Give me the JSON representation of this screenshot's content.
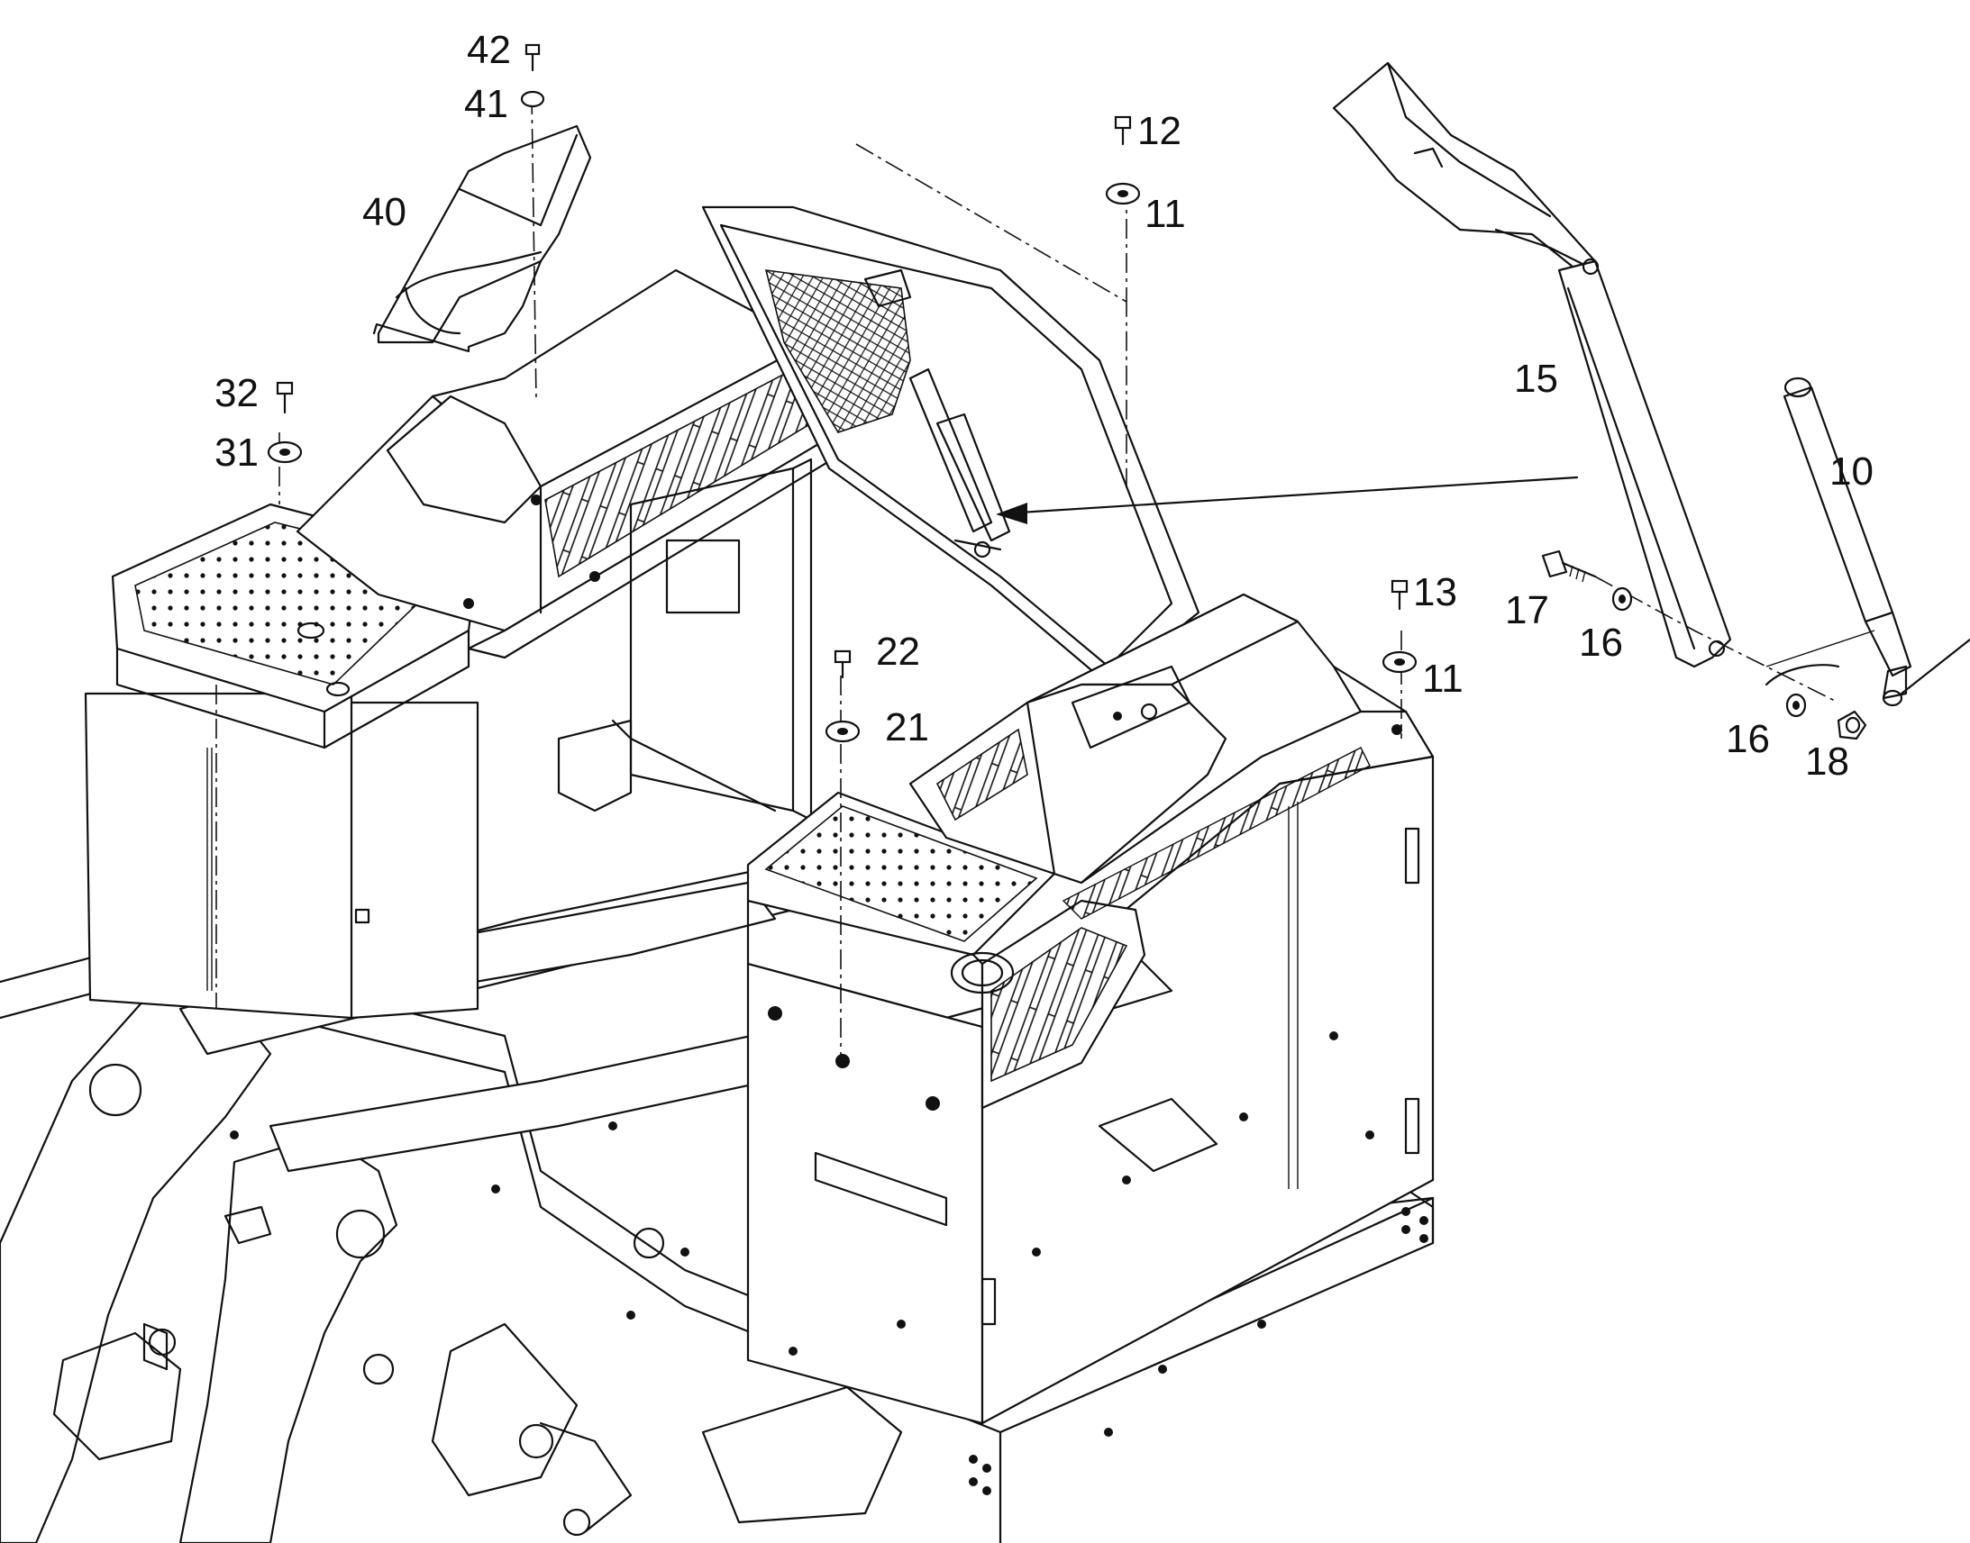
{
  "figure": {
    "type": "exploded-parts-diagram",
    "callouts": [
      {
        "id": "42",
        "text": "42"
      },
      {
        "id": "41",
        "text": "41"
      },
      {
        "id": "40",
        "text": "40"
      },
      {
        "id": "32",
        "text": "32"
      },
      {
        "id": "31",
        "text": "31"
      },
      {
        "id": "12",
        "text": "12"
      },
      {
        "id": "11a",
        "text": "11"
      },
      {
        "id": "15",
        "text": "15"
      },
      {
        "id": "10",
        "text": "10"
      },
      {
        "id": "17",
        "text": "17"
      },
      {
        "id": "16a",
        "text": "16"
      },
      {
        "id": "13",
        "text": "13"
      },
      {
        "id": "11b",
        "text": "11"
      },
      {
        "id": "22",
        "text": "22"
      },
      {
        "id": "21",
        "text": "21"
      },
      {
        "id": "16b",
        "text": "16"
      },
      {
        "id": "18",
        "text": "18"
      }
    ]
  },
  "colors": {
    "line": "#111111",
    "background": "#ffffff"
  }
}
